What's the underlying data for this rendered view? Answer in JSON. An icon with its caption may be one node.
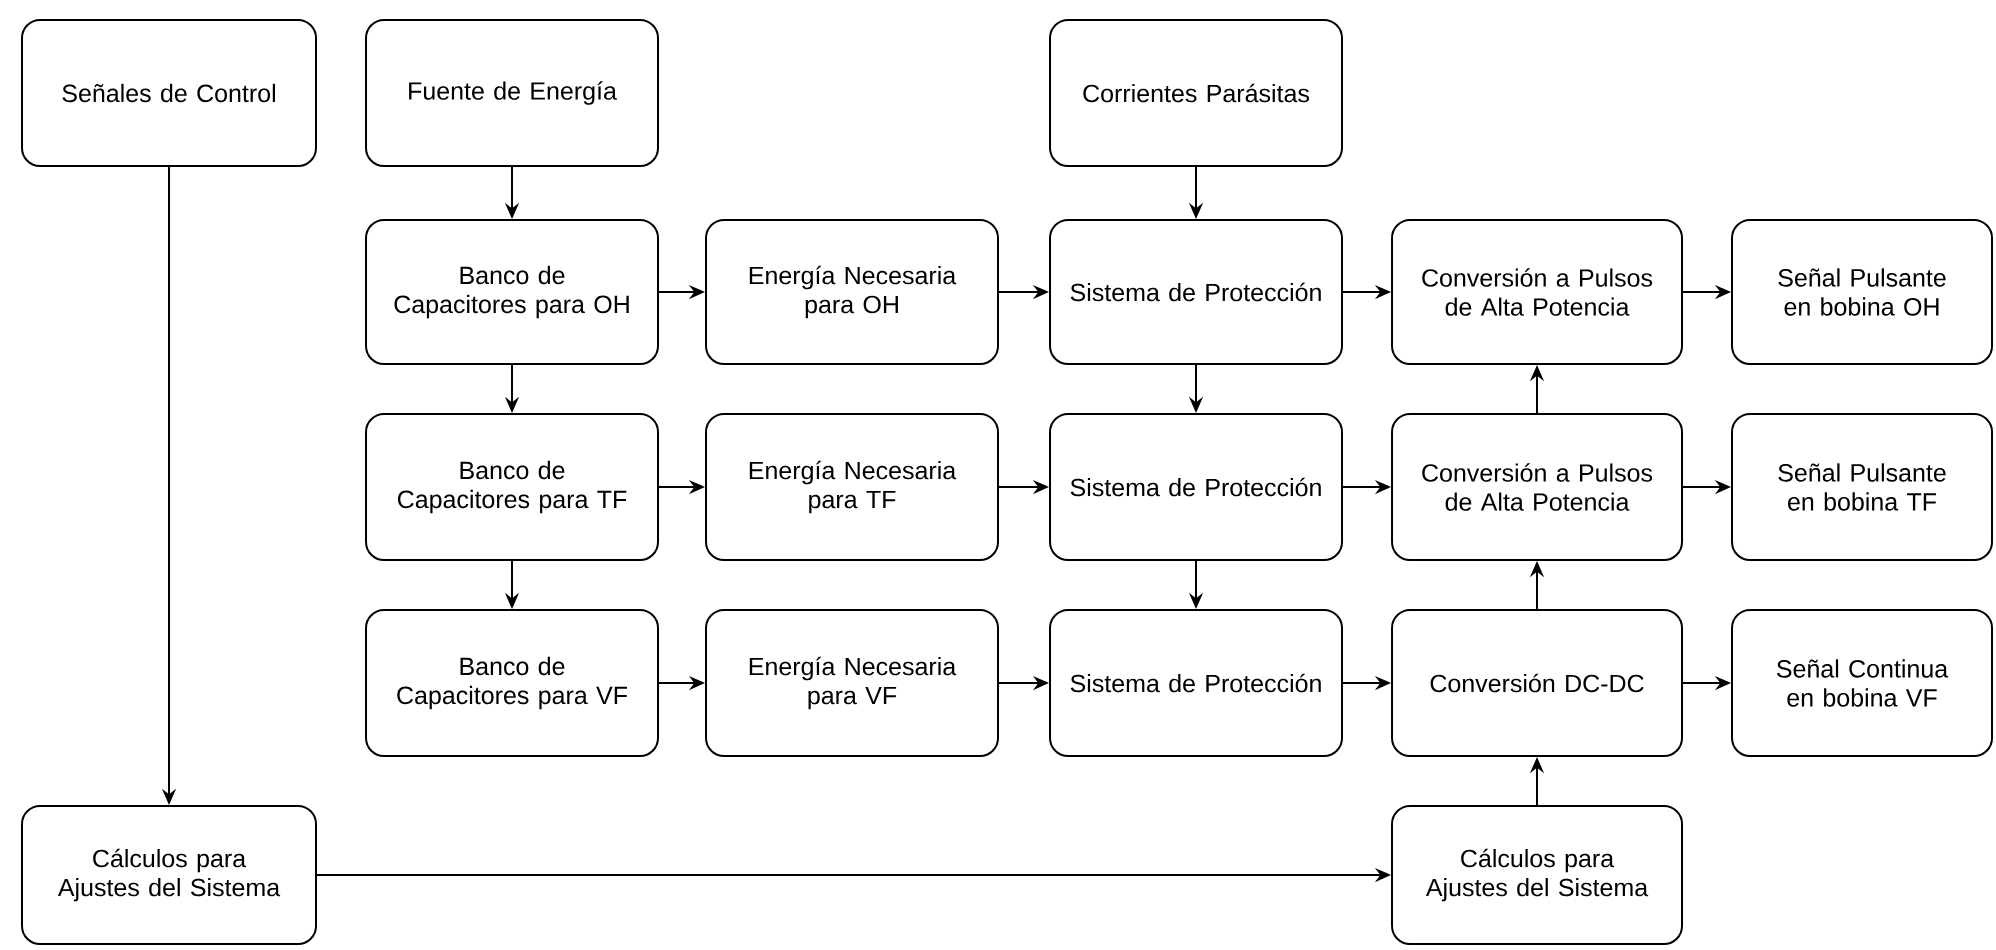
{
  "diagram": {
    "nodes": [
      {
        "text": [
          "Señales de Control"
        ]
      },
      {
        "text": [
          "Fuente de Energía"
        ]
      },
      {
        "text": [
          "Corrientes Parásitas"
        ]
      },
      {
        "text": [
          "Banco de Capacitores para OH"
        ]
      },
      {
        "text": [
          "Energía Necesaria para OH"
        ]
      },
      {
        "text": [
          "Sistema de Protección"
        ]
      },
      {
        "text": [
          "Conversión a Pulsos de Alta Potencia"
        ]
      },
      {
        "text": [
          "Señal Pulsante en bobina OH"
        ]
      },
      {
        "text": [
          "Banco de Capacitores para TF"
        ]
      },
      {
        "text": [
          "Energía Necesaria para TF"
        ]
      },
      {
        "text": [
          "Sistema de Protección"
        ]
      },
      {
        "text": [
          "Conversión a Pulsos de Alta Potencia"
        ]
      },
      {
        "text": [
          "Señal Pulsante en bobina TF"
        ]
      },
      {
        "text": [
          "Banco de Capacitores para VF"
        ]
      },
      {
        "text": [
          "Energía Necesaria para VF"
        ]
      },
      {
        "text": [
          "Sistema de Protección"
        ]
      },
      {
        "text": [
          "Conversión DC-DC"
        ]
      },
      {
        "text": [
          "Señal Continua en bobina VF"
        ]
      },
      {
        "text": [
          "Cálculos para Ajustes del Sistema"
        ]
      },
      {
        "text": [
          "Cálculos para Ajustes del Sistema"
        ]
      }
    ],
    "edges": [
      {
        "from": 0,
        "to": 18,
        "arrow": "to"
      },
      {
        "from": 1,
        "to": 3,
        "arrow": "to"
      },
      {
        "from": 2,
        "to": 5,
        "arrow": "to"
      },
      {
        "from": 3,
        "to": 4,
        "arrow": "to"
      },
      {
        "from": 4,
        "to": 5,
        "arrow": "to"
      },
      {
        "from": 5,
        "to": 6,
        "arrow": "to"
      },
      {
        "from": 6,
        "to": 7,
        "arrow": "to"
      },
      {
        "from": 3,
        "to": 8,
        "arrow": "to"
      },
      {
        "from": 5,
        "to": 10,
        "arrow": "to"
      },
      {
        "from": 11,
        "to": 6,
        "arrow": "to"
      },
      {
        "from": 8,
        "to": 9,
        "arrow": "to"
      },
      {
        "from": 9,
        "to": 10,
        "arrow": "to"
      },
      {
        "from": 10,
        "to": 11,
        "arrow": "to"
      },
      {
        "from": 11,
        "to": 12,
        "arrow": "to"
      },
      {
        "from": 8,
        "to": 13,
        "arrow": "to"
      },
      {
        "from": 10,
        "to": 15,
        "arrow": "to"
      },
      {
        "from": 16,
        "to": 11,
        "arrow": "to"
      },
      {
        "from": 13,
        "to": 14,
        "arrow": "to"
      },
      {
        "from": 14,
        "to": 15,
        "arrow": "to"
      },
      {
        "from": 15,
        "to": 16,
        "arrow": "to"
      },
      {
        "from": 16,
        "to": 17,
        "arrow": "to"
      },
      {
        "from": 19,
        "to": 16,
        "arrow": "to"
      },
      {
        "from": 18,
        "to": 19,
        "arrow": "to"
      }
    ]
  }
}
